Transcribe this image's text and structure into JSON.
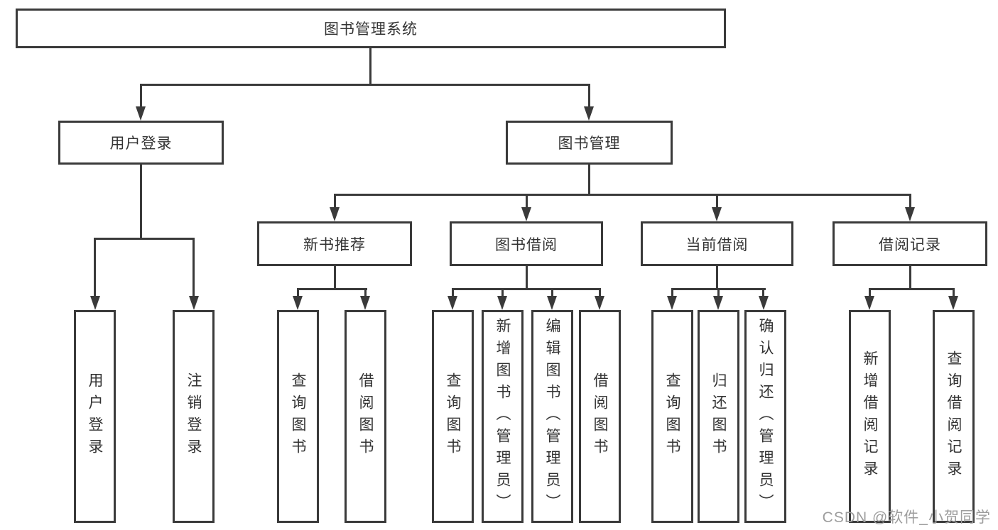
{
  "nodes": {
    "root": "图书管理系统",
    "l2": [
      "用户登录",
      "图书管理"
    ],
    "l3": [
      "新书推荐",
      "图书借阅",
      "当前借阅",
      "借阅记录"
    ],
    "l4": [
      "用户登录",
      "注销登录",
      "查询图书",
      "借阅图书",
      "查询图书",
      "新增图书（管理员）",
      "编辑图书（管理员）",
      "借阅图书",
      "查询图书",
      "归还图书",
      "确认归还（管理员）",
      "新增借阅记录",
      "查询借阅记录"
    ]
  },
  "watermark": "CSDN @软件_小贺同学",
  "colors": {
    "line": "#3a3a3a",
    "text": "#333333",
    "watermark": "#9d9d9d",
    "background": "#ffffff"
  }
}
